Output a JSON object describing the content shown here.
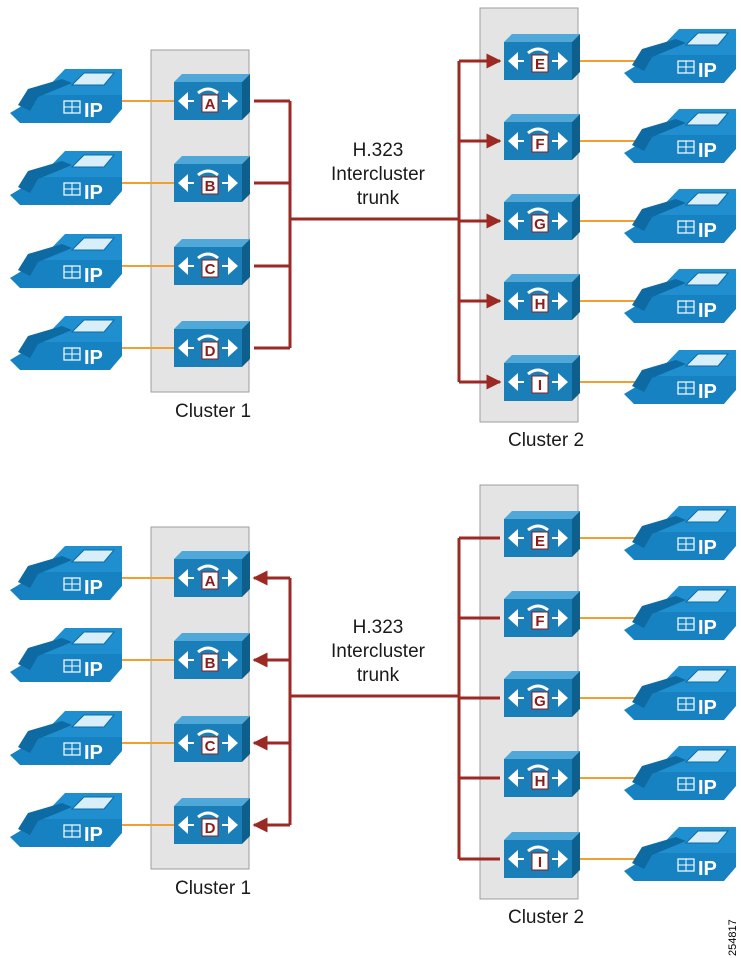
{
  "figure_id": "254817",
  "colors": {
    "cluster_bg": "#e4e4e4",
    "cluster_border": "#9e9e9e",
    "trunk": "#9b2a24",
    "phone_link": "#f0a030",
    "device_blue": "#1a7fb8",
    "device_letter": "#8a1c1c",
    "ip_blue": "#1682c2"
  },
  "icons": {
    "device": "call-manager-icon",
    "phone": "ip-phone-icon"
  },
  "diagrams": [
    {
      "id": "top",
      "trunk_label": [
        "H.323",
        "Intercluster",
        "trunk"
      ],
      "left_cluster": {
        "label": "Cluster 1",
        "devices": [
          "A",
          "B",
          "C",
          "D"
        ]
      },
      "right_cluster": {
        "label": "Cluster 2",
        "devices": [
          "E",
          "F",
          "G",
          "H",
          "I"
        ]
      },
      "arrows_into": "right"
    },
    {
      "id": "bottom",
      "trunk_label": [
        "H.323",
        "Intercluster",
        "trunk"
      ],
      "left_cluster": {
        "label": "Cluster 1",
        "devices": [
          "A",
          "B",
          "C",
          "D"
        ]
      },
      "right_cluster": {
        "label": "Cluster 2",
        "devices": [
          "E",
          "F",
          "G",
          "H",
          "I"
        ]
      },
      "arrows_into": "left"
    }
  ],
  "phone_label": "IP"
}
